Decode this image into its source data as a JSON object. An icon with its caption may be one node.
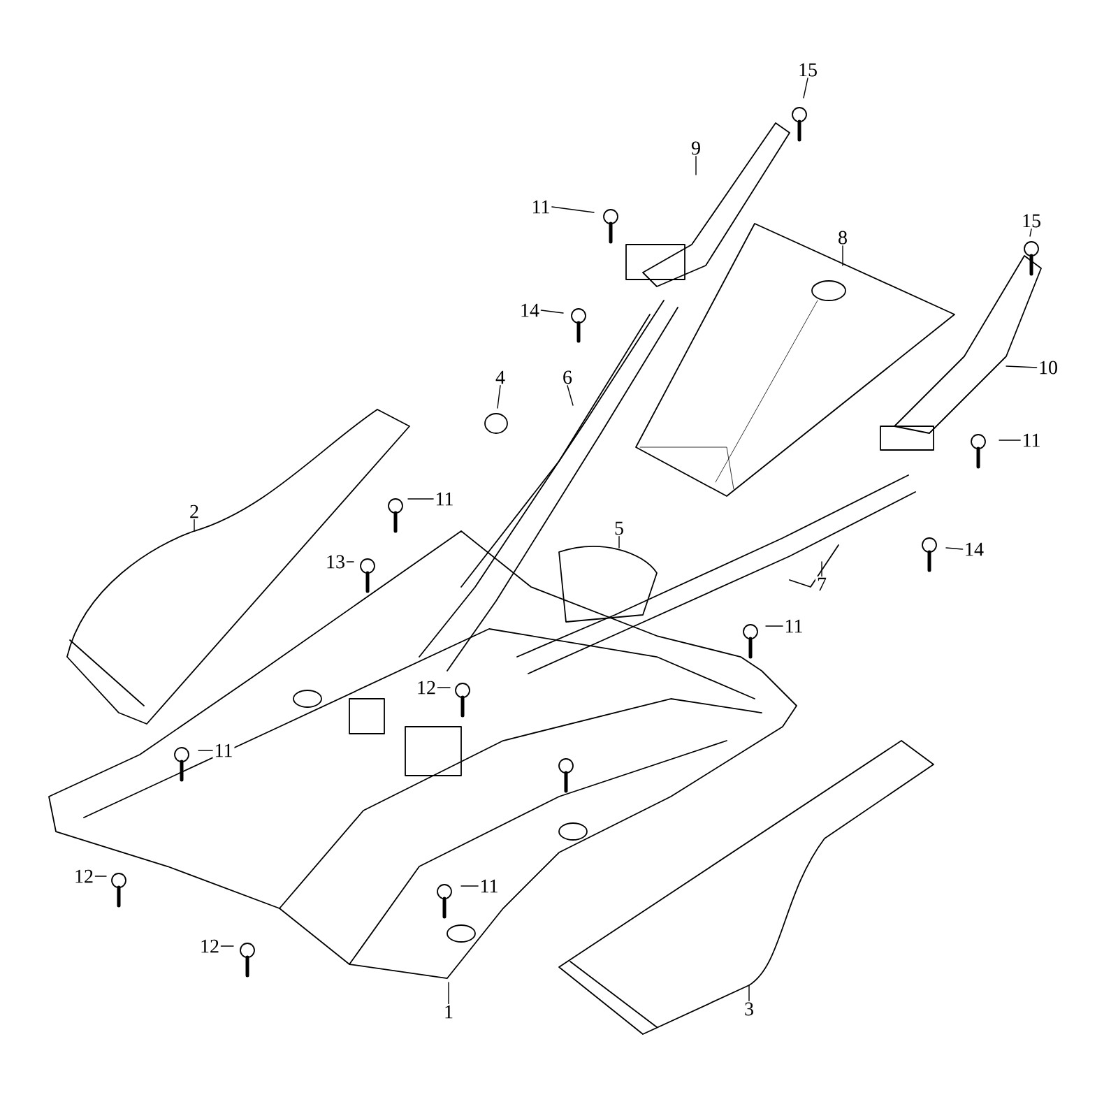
{
  "diagram": {
    "nodes": [
      {
        "text": [
          "15"
        ]
      },
      {
        "text": [
          "9"
        ]
      },
      {
        "text": [
          "11"
        ]
      },
      {
        "text": [
          "15"
        ]
      },
      {
        "text": [
          "8"
        ]
      },
      {
        "text": [
          "14"
        ]
      },
      {
        "text": [
          "10"
        ]
      },
      {
        "text": [
          "6"
        ]
      },
      {
        "text": [
          "4"
        ]
      },
      {
        "text": [
          "11"
        ]
      },
      {
        "text": [
          "11"
        ]
      },
      {
        "text": [
          "2"
        ]
      },
      {
        "text": [
          "5"
        ]
      },
      {
        "text": [
          "14"
        ]
      },
      {
        "text": [
          "13"
        ]
      },
      {
        "text": [
          "7"
        ]
      },
      {
        "text": [
          "11"
        ]
      },
      {
        "text": [
          "12"
        ]
      },
      {
        "text": [
          "11"
        ]
      },
      {
        "text": [
          "12"
        ]
      },
      {
        "text": [
          "11"
        ]
      },
      {
        "text": [
          "12"
        ]
      },
      {
        "text": [
          "1"
        ]
      },
      {
        "text": [
          "3"
        ]
      }
    ],
    "edges": [
      {
        "from": 0,
        "to": null,
        "arrow": "none"
      },
      {
        "from": 1,
        "to": null,
        "arrow": "none"
      },
      {
        "from": 2,
        "to": null,
        "arrow": "none"
      },
      {
        "from": 3,
        "to": null,
        "arrow": "none"
      },
      {
        "from": 4,
        "to": null,
        "arrow": "none"
      },
      {
        "from": 5,
        "to": null,
        "arrow": "none"
      },
      {
        "from": 6,
        "to": null,
        "arrow": "none"
      },
      {
        "from": 7,
        "to": null,
        "arrow": "none"
      },
      {
        "from": 8,
        "to": null,
        "arrow": "none"
      },
      {
        "from": 9,
        "to": null,
        "arrow": "none"
      },
      {
        "from": 10,
        "to": null,
        "arrow": "none"
      },
      {
        "from": 11,
        "to": null,
        "arrow": "none"
      },
      {
        "from": 12,
        "to": null,
        "arrow": "none"
      },
      {
        "from": 13,
        "to": null,
        "arrow": "none"
      },
      {
        "from": 14,
        "to": null,
        "arrow": "none"
      },
      {
        "from": 15,
        "to": null,
        "arrow": "none"
      },
      {
        "from": 16,
        "to": null,
        "arrow": "none"
      },
      {
        "from": 17,
        "to": null,
        "arrow": "none"
      },
      {
        "from": 18,
        "to": null,
        "arrow": "none"
      },
      {
        "from": 19,
        "to": null,
        "arrow": "none"
      },
      {
        "from": 20,
        "to": null,
        "arrow": "none"
      },
      {
        "from": 21,
        "to": null,
        "arrow": "none"
      },
      {
        "from": 22,
        "to": null,
        "arrow": "none"
      },
      {
        "from": 23,
        "to": null,
        "arrow": "none"
      }
    ]
  }
}
